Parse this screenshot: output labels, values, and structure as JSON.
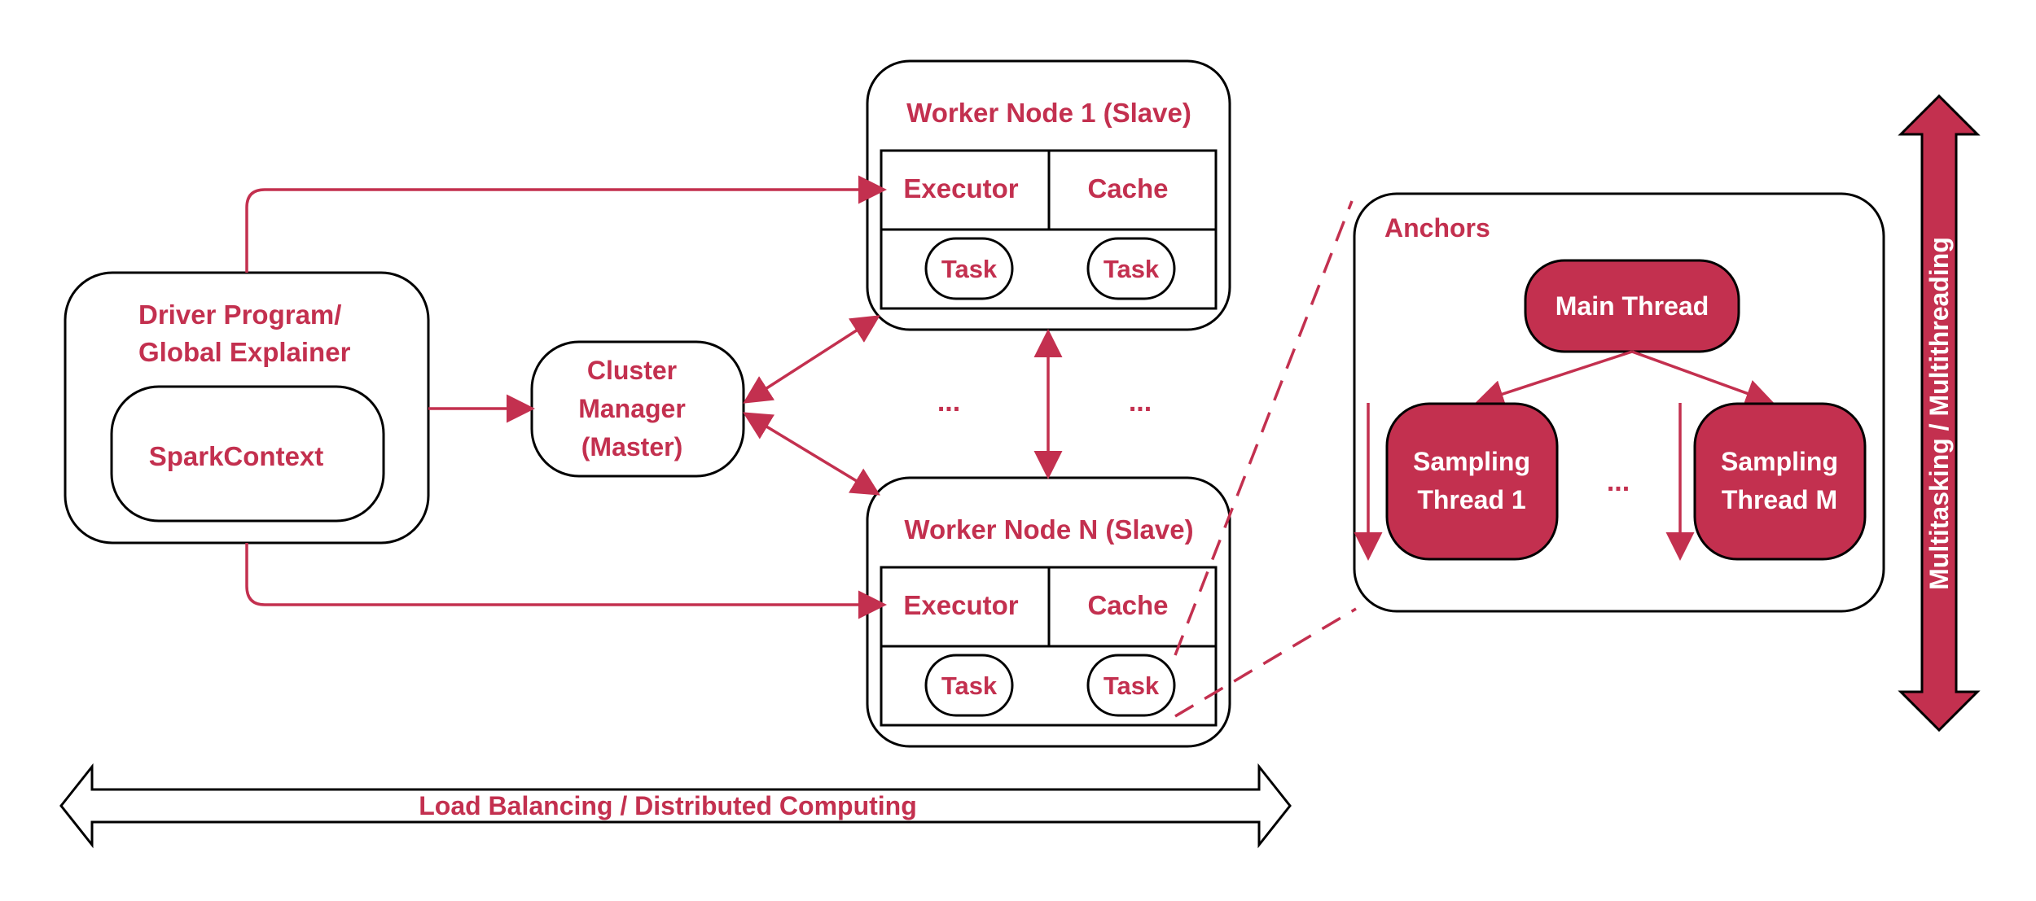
{
  "colors": {
    "accent": "#c3304f",
    "outline": "#000000",
    "background": "#ffffff"
  },
  "driver": {
    "title_line1": "Driver Program/",
    "title_line2": "Global Explainer",
    "context": "SparkContext"
  },
  "cluster_manager": {
    "line1": "Cluster",
    "line2": "Manager",
    "line3": "(Master)"
  },
  "worker1": {
    "title": "Worker Node 1 (Slave)",
    "executor": "Executor",
    "cache": "Cache",
    "task_a": "Task",
    "task_b": "Task"
  },
  "workerN": {
    "title": "Worker Node N (Slave)",
    "executor": "Executor",
    "cache": "Cache",
    "task_a": "Task",
    "task_b": "Task"
  },
  "middle": {
    "ellipsis_left": "...",
    "ellipsis_right": "..."
  },
  "anchors": {
    "title": "Anchors",
    "main_thread": "Main Thread",
    "thread1_line1": "Sampling",
    "thread1_line2": "Thread 1",
    "threadM_line1": "Sampling",
    "threadM_line2": "Thread M",
    "ellipsis": "..."
  },
  "footer": {
    "load_balancing": "Load Balancing / Distributed Computing"
  },
  "side": {
    "multitasking": "Multitasking / Multithreading"
  }
}
